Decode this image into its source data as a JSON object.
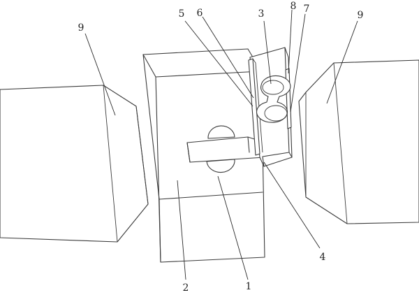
{
  "labels": {
    "part_1": "1",
    "part_2": "2",
    "part_3": "3",
    "part_4": "4",
    "part_5": "5",
    "part_6": "6",
    "part_7": "7",
    "part_8": "8",
    "part_9_left": "9",
    "part_9_right": "9"
  },
  "colors": {
    "line": "#3a3a3a",
    "background": "#ffffff"
  }
}
